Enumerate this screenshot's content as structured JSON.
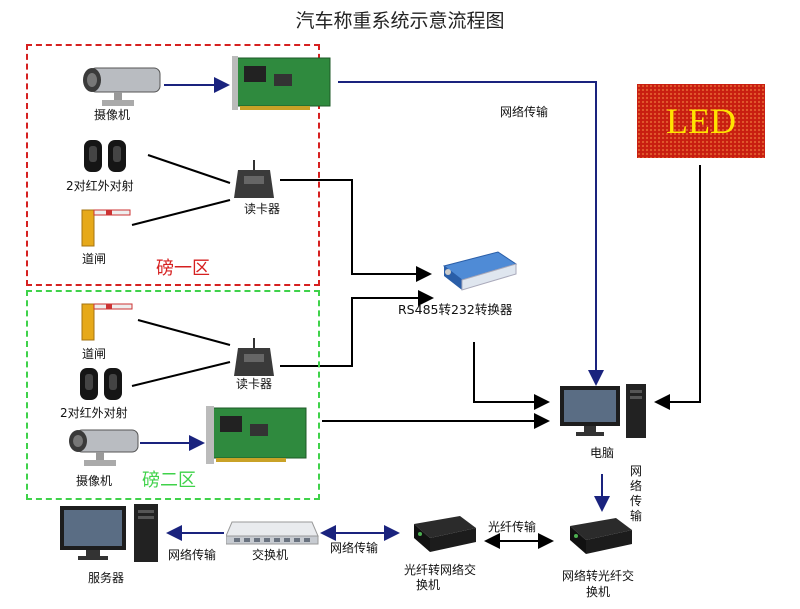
{
  "title": "汽车称重系统示意流程图",
  "zones": {
    "zone1": "磅一区",
    "zone2": "磅二区"
  },
  "labels": {
    "camera1": "摄像机",
    "infrared1": "2对红外对射",
    "gate1": "道闸",
    "reader1": "读卡器",
    "gate2": "道闸",
    "infrared2": "2对红外对射",
    "camera2": "摄像机",
    "reader2": "读卡器",
    "converter": "RS485转232转换器",
    "computer": "电脑",
    "network_top": "网络传输",
    "network_vertical": "网络传输",
    "led": "LED",
    "server": "服务器",
    "net_server": "网络传输",
    "switch": "交换机",
    "net_switch": "网络传输",
    "fiber_to_net_line1": "光纤转网络交",
    "fiber_to_net_line2": "换机",
    "fiber_transfer": "光纤传输",
    "net_to_fiber_line1": "网络转光纤交",
    "net_to_fiber_line2": "换机"
  },
  "colors": {
    "zone1": "#d62020",
    "zone2": "#3fd24a",
    "arrow": "#1a237e",
    "line": "#000000"
  }
}
